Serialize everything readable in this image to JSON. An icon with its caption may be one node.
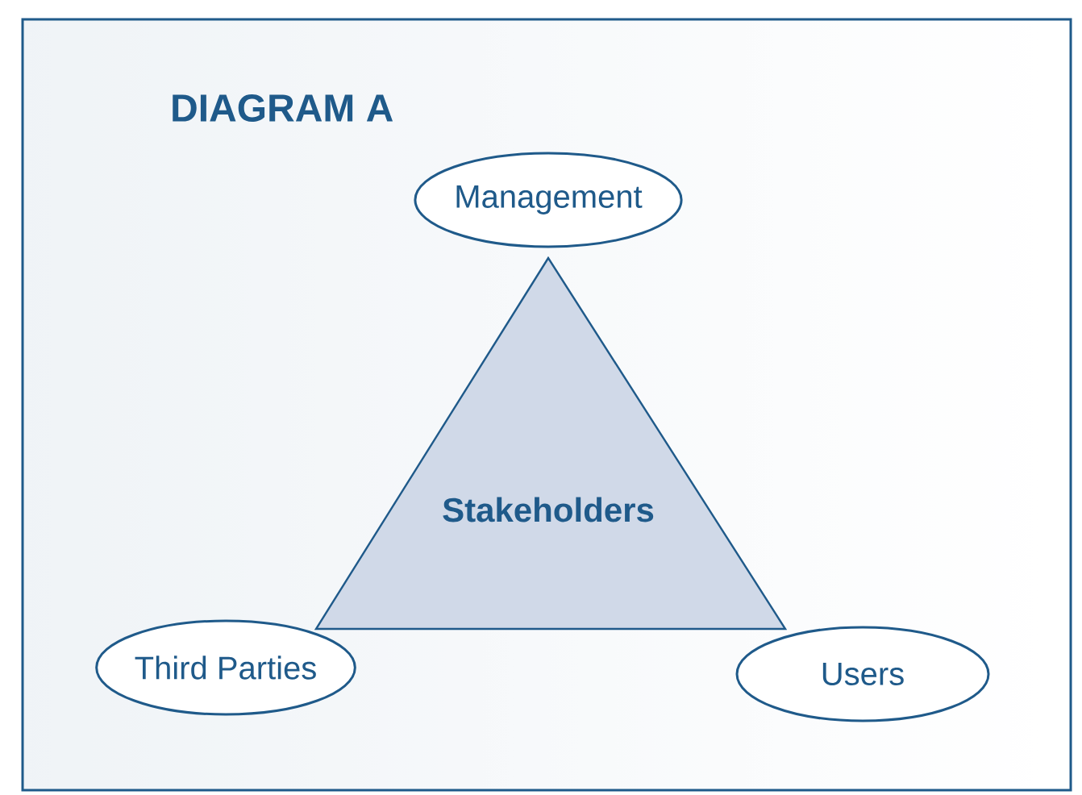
{
  "diagram": {
    "title": "DIAGRAM A",
    "nodes": [
      {
        "text": [
          "Management"
        ]
      },
      {
        "text": [
          "Stakeholders"
        ]
      },
      {
        "text": [
          "Third Parties"
        ]
      },
      {
        "text": [
          "Users"
        ]
      }
    ]
  }
}
